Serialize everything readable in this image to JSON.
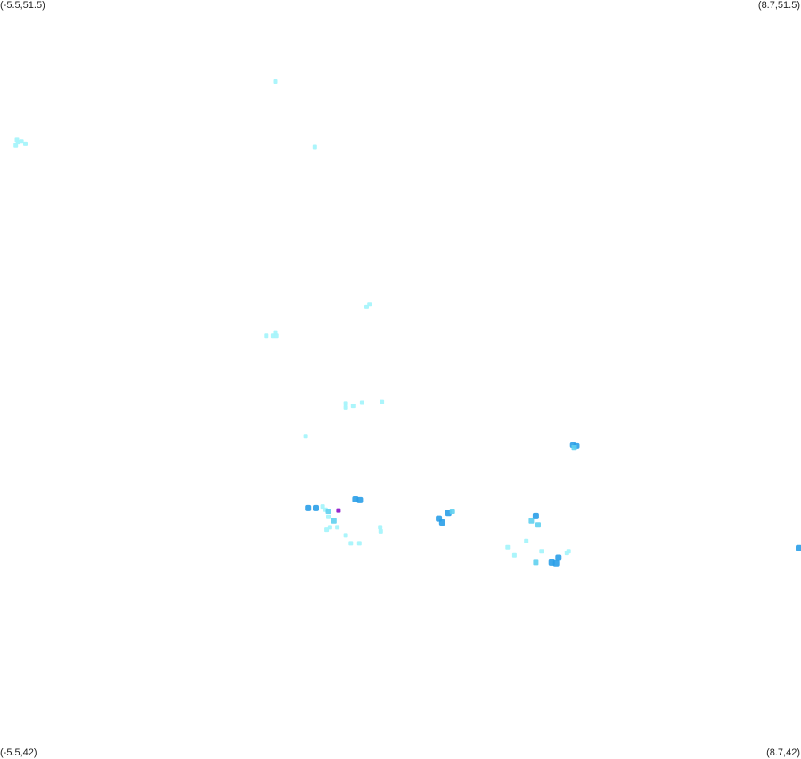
{
  "map": {
    "bounds": {
      "lon_min": -5.5,
      "lon_max": 8.7,
      "lat_min": 42,
      "lat_max": 51.5
    },
    "corners": {
      "top_left": "(-5.5,51.5)",
      "top_right": "(8.7,51.5)",
      "bottom_left": "(-5.5,42)",
      "bottom_right": "(8.7,42)"
    },
    "colors": {
      "light": "#a6f4fb",
      "medium": "#5fd0ef",
      "dark": "#2a9fe8",
      "highlight": "#8a10c8"
    },
    "points": [
      {
        "lon": -5.22,
        "lat": 49.68,
        "w": "light"
      },
      {
        "lon": -5.18,
        "lat": 49.72,
        "w": "light"
      },
      {
        "lon": -5.2,
        "lat": 49.75,
        "w": "light"
      },
      {
        "lon": -5.12,
        "lat": 49.73,
        "w": "light"
      },
      {
        "lon": -5.05,
        "lat": 49.7,
        "w": "light"
      },
      {
        "lon": -0.62,
        "lat": 50.48,
        "w": "light"
      },
      {
        "lon": 0.08,
        "lat": 49.66,
        "w": "light"
      },
      {
        "lon": 1.0,
        "lat": 47.66,
        "w": "light"
      },
      {
        "lon": 1.05,
        "lat": 47.69,
        "w": "light"
      },
      {
        "lon": -0.78,
        "lat": 47.3,
        "w": "light"
      },
      {
        "lon": -0.66,
        "lat": 47.3,
        "w": "light"
      },
      {
        "lon": -0.6,
        "lat": 47.3,
        "w": "light"
      },
      {
        "lon": -0.62,
        "lat": 47.34,
        "w": "light"
      },
      {
        "lon": 0.63,
        "lat": 46.45,
        "w": "light"
      },
      {
        "lon": 0.63,
        "lat": 46.4,
        "w": "light"
      },
      {
        "lon": 0.76,
        "lat": 46.42,
        "w": "light"
      },
      {
        "lon": 0.92,
        "lat": 46.46,
        "w": "light"
      },
      {
        "lon": 1.27,
        "lat": 46.47,
        "w": "light"
      },
      {
        "lon": -0.08,
        "lat": 46.04,
        "w": "light"
      },
      {
        "lon": 4.66,
        "lat": 45.93,
        "w": "dark"
      },
      {
        "lon": 4.72,
        "lat": 45.92,
        "w": "dark"
      },
      {
        "lon": 4.68,
        "lat": 45.9,
        "w": "medium"
      },
      {
        "lon": -0.04,
        "lat": 45.14,
        "w": "dark"
      },
      {
        "lon": 0.1,
        "lat": 45.14,
        "w": "dark"
      },
      {
        "lon": 0.22,
        "lat": 45.16,
        "w": "light"
      },
      {
        "lon": 0.27,
        "lat": 45.12,
        "w": "light"
      },
      {
        "lon": 0.32,
        "lat": 45.1,
        "w": "medium"
      },
      {
        "lon": 0.32,
        "lat": 45.03,
        "w": "light"
      },
      {
        "lon": 0.42,
        "lat": 44.98,
        "w": "medium"
      },
      {
        "lon": 0.35,
        "lat": 44.9,
        "w": "light"
      },
      {
        "lon": 0.48,
        "lat": 44.9,
        "w": "light"
      },
      {
        "lon": 0.29,
        "lat": 44.87,
        "w": "light"
      },
      {
        "lon": 0.63,
        "lat": 44.8,
        "w": "light"
      },
      {
        "lon": 0.72,
        "lat": 44.7,
        "w": "light"
      },
      {
        "lon": 0.87,
        "lat": 44.7,
        "w": "light"
      },
      {
        "lon": 0.5,
        "lat": 45.11,
        "w": "highlight"
      },
      {
        "lon": 0.8,
        "lat": 45.25,
        "w": "dark"
      },
      {
        "lon": 0.88,
        "lat": 45.24,
        "w": "dark"
      },
      {
        "lon": 1.24,
        "lat": 44.9,
        "w": "light"
      },
      {
        "lon": 1.25,
        "lat": 44.85,
        "w": "light"
      },
      {
        "lon": 2.28,
        "lat": 45.01,
        "w": "dark"
      },
      {
        "lon": 2.34,
        "lat": 44.96,
        "w": "dark"
      },
      {
        "lon": 2.45,
        "lat": 45.08,
        "w": "dark"
      },
      {
        "lon": 2.52,
        "lat": 45.1,
        "w": "medium"
      },
      {
        "lon": 3.5,
        "lat": 44.65,
        "w": "light"
      },
      {
        "lon": 3.62,
        "lat": 44.55,
        "w": "light"
      },
      {
        "lon": 3.83,
        "lat": 44.73,
        "w": "light"
      },
      {
        "lon": 3.92,
        "lat": 44.98,
        "w": "medium"
      },
      {
        "lon": 4.0,
        "lat": 45.04,
        "w": "dark"
      },
      {
        "lon": 4.04,
        "lat": 44.93,
        "w": "medium"
      },
      {
        "lon": 4.1,
        "lat": 44.6,
        "w": "light"
      },
      {
        "lon": 4.0,
        "lat": 44.46,
        "w": "medium"
      },
      {
        "lon": 4.28,
        "lat": 44.46,
        "w": "dark"
      },
      {
        "lon": 4.36,
        "lat": 44.45,
        "w": "dark"
      },
      {
        "lon": 4.4,
        "lat": 44.52,
        "w": "dark"
      },
      {
        "lon": 4.55,
        "lat": 44.58,
        "w": "light"
      },
      {
        "lon": 4.58,
        "lat": 44.6,
        "w": "light"
      },
      {
        "lon": 8.66,
        "lat": 44.64,
        "w": "dark"
      }
    ]
  }
}
